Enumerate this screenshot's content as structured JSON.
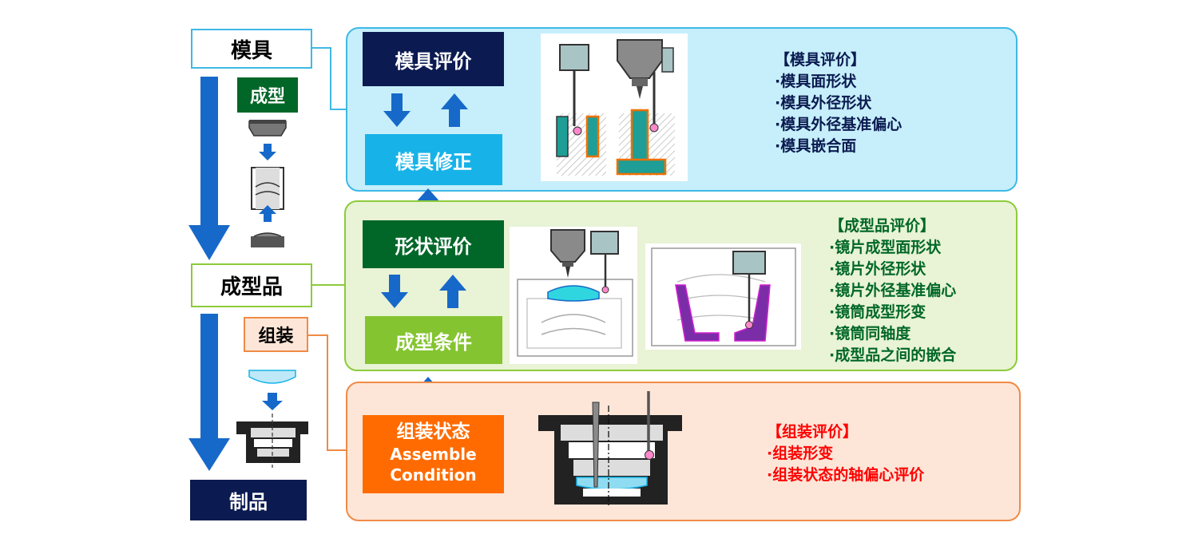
{
  "colors": {
    "navy": "#0b1a50",
    "cyan": "#17b3e8",
    "green_dark": "#006728",
    "green_light": "#84c430",
    "orange": "#ff6b00",
    "blue_arrow": "#1769c9",
    "panel_mold_bg": "#c6effb",
    "panel_mold_border": "#3fb8e6",
    "panel_molded_bg": "#e9f3d5",
    "panel_molded_border": "#8ccb3a",
    "panel_assembly_bg": "#fde6d8",
    "panel_assembly_border": "#f08a45",
    "red_text": "#ff0000"
  },
  "left": {
    "mold": "模具",
    "molding": "成型",
    "molded": "成型品",
    "assembly": "组装",
    "product": "制品"
  },
  "mold_panel": {
    "top_box": "模具评价",
    "bottom_box": "模具修正",
    "heading": "【模具评价】",
    "items": [
      "·模具面形状",
      "·模具外径形状",
      "·模具外径基准偏心",
      "·模具嵌合面"
    ]
  },
  "molded_panel": {
    "top_box": "形状评价",
    "bottom_box": "成型条件",
    "heading": "【成型品评价】",
    "items": [
      "·镜片成型面形状",
      "·镜片外径形状",
      "·镜片外径基准偏心",
      "·镜筒成型形变",
      "·镜筒同轴度",
      "·成型品之间的嵌合"
    ]
  },
  "assembly_panel": {
    "box_line1": "组装状态",
    "box_line2": "Assemble",
    "box_line3": "Condition",
    "heading": "【组装评价】",
    "items": [
      "·组装形变",
      "·组装状态的轴偏心评价"
    ]
  },
  "icons": [
    "arrow-down-icon",
    "arrow-up-icon",
    "mold-probe-illustration",
    "lens-probe-illustration",
    "barrel-probe-illustration",
    "assembly-probe-illustration"
  ]
}
